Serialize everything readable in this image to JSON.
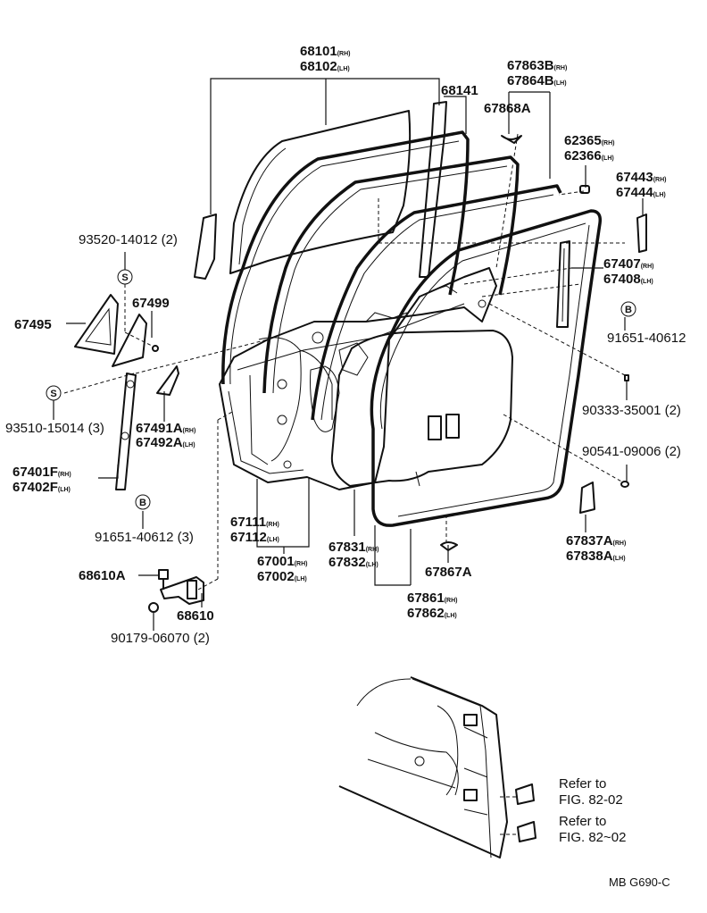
{
  "labels": {
    "p68101": {
      "num": "68101",
      "sfx": "(RH)"
    },
    "p68102": {
      "num": "68102",
      "sfx": "(LH)"
    },
    "p68141": {
      "num": "68141"
    },
    "p67863b": {
      "num": "67863B",
      "sfx": "(RH)"
    },
    "p67864b": {
      "num": "67864B",
      "sfx": "(LH)"
    },
    "p67868a": {
      "num": "67868A"
    },
    "p62365": {
      "num": "62365",
      "sfx": "(RH)"
    },
    "p62366": {
      "num": "62366",
      "sfx": "(LH)"
    },
    "p67443": {
      "num": "67443",
      "sfx": "(RH)"
    },
    "p67444": {
      "num": "67444",
      "sfx": "(LH)"
    },
    "p93520": {
      "num": "93520-14012 (2)"
    },
    "p67499": {
      "num": "67499"
    },
    "p67495": {
      "num": "67495"
    },
    "p67407": {
      "num": "67407",
      "sfx": "(RH)"
    },
    "p67408": {
      "num": "67408",
      "sfx": "(LH)"
    },
    "p91651a": {
      "num": "91651-40612"
    },
    "p93510": {
      "num": "93510-15014 (3)"
    },
    "p67491a": {
      "num": "67491A",
      "sfx": "(RH)"
    },
    "p67492a": {
      "num": "67492A",
      "sfx": "(LH)"
    },
    "p90333": {
      "num": "90333-35001 (2)"
    },
    "p90541": {
      "num": "90541-09006 (2)"
    },
    "p67401f": {
      "num": "67401F",
      "sfx": "(RH)"
    },
    "p67402f": {
      "num": "67402F",
      "sfx": "(LH)"
    },
    "p91651b": {
      "num": "91651-40612 (3)"
    },
    "p67111": {
      "num": "67111",
      "sfx": "(RH)"
    },
    "p67112": {
      "num": "67112",
      "sfx": "(LH)"
    },
    "p67831": {
      "num": "67831",
      "sfx": "(RH)"
    },
    "p67832": {
      "num": "67832",
      "sfx": "(LH)"
    },
    "p67837a": {
      "num": "67837A",
      "sfx": "(RH)"
    },
    "p67838a": {
      "num": "67838A",
      "sfx": "(LH)"
    },
    "p67001": {
      "num": "67001",
      "sfx": "(RH)"
    },
    "p67002": {
      "num": "67002",
      "sfx": "(LH)"
    },
    "p67867a": {
      "num": "67867A"
    },
    "p68610a": {
      "num": "68610A"
    },
    "p68610": {
      "num": "68610"
    },
    "p67861": {
      "num": "67861",
      "sfx": "(RH)"
    },
    "p67862": {
      "num": "67862",
      "sfx": "(LH)"
    },
    "p90179": {
      "num": "90179-06070 (2)"
    }
  },
  "symbols": {
    "s": "S",
    "b": "B"
  },
  "refs": [
    {
      "line1": "Refer to",
      "line2": "FIG. 82-02"
    },
    {
      "line1": "Refer to",
      "line2": "FIG. 82~02"
    }
  ],
  "figure_code": "MB G690-C"
}
